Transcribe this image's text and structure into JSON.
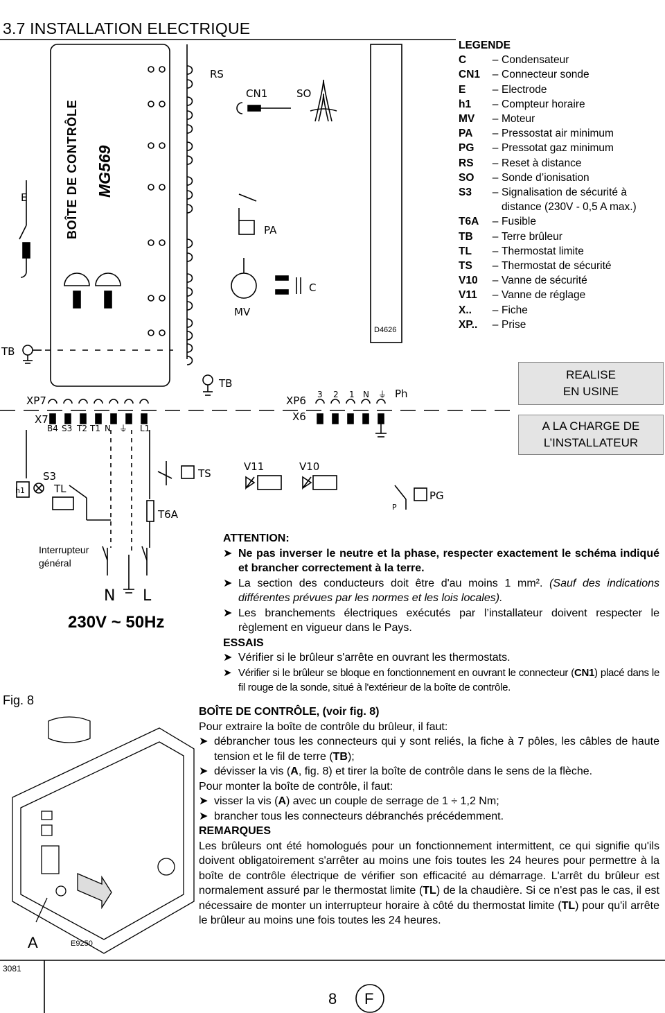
{
  "section_title": "3.7   INSTALLATION ELECTRIQUE",
  "diagram": {
    "control_box_title": "BOÎTE DE CONTRÔLE",
    "control_box_model": "MG569",
    "ref_code": "D4626",
    "fig_label": "Fig. 8",
    "switch_label": "Interrupteur général",
    "supply": "230V ~ 50Hz",
    "mains_terminals": [
      "N",
      "⏚",
      "L"
    ],
    "terminal_labels": [
      "B4",
      "S3",
      "T2",
      "T1",
      "N",
      "⏚",
      "L1"
    ],
    "component_labels": [
      "E",
      "TB",
      "XP7",
      "X7",
      "XP6",
      "X6",
      "RS",
      "CN1",
      "SO",
      "PA",
      "MV",
      "C",
      "TB",
      "S3",
      "TL",
      "h1",
      "TS",
      "T6A",
      "V11",
      "V10",
      "PG",
      "Ph",
      "P"
    ],
    "xp6_pins": [
      "3",
      "2",
      "1",
      "N",
      "⏚"
    ],
    "photo_label_a": "A",
    "photo_code": "E9250"
  },
  "legend": {
    "heading": "LEGENDE",
    "items": [
      {
        "code": "C",
        "desc": "Condensateur"
      },
      {
        "code": "CN1",
        "desc": "Connecteur sonde"
      },
      {
        "code": "E",
        "desc": "Electrode"
      },
      {
        "code": "h1",
        "desc": "Compteur horaire"
      },
      {
        "code": "MV",
        "desc": "Moteur"
      },
      {
        "code": "PA",
        "desc": "Pressostat air minimum"
      },
      {
        "code": "PG",
        "desc": "Pressotat gaz minimum"
      },
      {
        "code": "RS",
        "desc": "Reset à distance"
      },
      {
        "code": "SO",
        "desc": "Sonde d’ionisation"
      },
      {
        "code": "S3",
        "desc": "Signalisation de sécurité à"
      },
      {
        "code": "",
        "desc": "distance  (230V - 0,5 A max.)"
      },
      {
        "code": "T6A",
        "desc": "Fusible"
      },
      {
        "code": "TB",
        "desc": "Terre brûleur"
      },
      {
        "code": "TL",
        "desc": "Thermostat limite"
      },
      {
        "code": "TS",
        "desc": "Thermostat de sécurité"
      },
      {
        "code": "V10",
        "desc": "Vanne de sécurité"
      },
      {
        "code": "V11",
        "desc": "Vanne de réglage"
      },
      {
        "code": "X..",
        "desc": "Fiche"
      },
      {
        "code": "XP..",
        "desc": "Prise"
      }
    ]
  },
  "box_factory": [
    "REALISE",
    "EN  USINE"
  ],
  "box_installer": [
    "A LA CHARGE DE",
    "L’INSTALLATEUR"
  ],
  "attention": {
    "heading": "ATTENTION:",
    "item1": "Ne pas inverser le neutre et la phase, respecter exactement le schéma indiqué et brancher correctement à la terre.",
    "item2_a": "La section des conducteurs doit être d'au moins 1 mm². ",
    "item2_b": "(Sauf des indications différentes prévues par les normes et les lois locales).",
    "item3": "Les branchements électriques exécutés par l’installateur doivent respecter le règlement en vigueur dans le Pays."
  },
  "essais": {
    "heading": "ESSAIS",
    "item1": "Vérifier si le brûleur s'arrête en ouvrant les thermostats.",
    "item2_a": "Vérifier si le brûleur se bloque en fonctionnement en ouvrant le connecteur (",
    "item2_b": "CN1",
    "item2_c": ") placé dans le fil rouge de la sonde, situé à l'extérieur de la boîte de contrôle."
  },
  "boite": {
    "heading": "BOÎTE DE CONTRÔLE, (voir fig. 8)",
    "intro": "Pour extraire la boîte de contrôle du brûleur, il faut:",
    "step1_a": "débrancher tous les connecteurs qui y sont reliés, la fiche à 7 pôles, les câbles de haute tension et le fil de terre (",
    "step1_b": "TB",
    "step1_c": ");",
    "step2_a": "dévisser la vis (",
    "step2_b": "A",
    "step2_c": ", fig. 8) et tirer la boîte de contrôle dans le sens de la flèche.",
    "intro2": "Pour monter la boîte de contrôle, il faut:",
    "step3_a": "visser la vis (",
    "step3_b": "A",
    "step3_c": ") avec un couple de serrage de 1 ÷ 1,2 Nm;",
    "step4": "brancher tous les connecteurs débranchés précédemment."
  },
  "remarques": {
    "heading": "REMARQUES",
    "p1": "Les brûleurs ont été homologués pour un fonctionnement intermittent, ce qui signifie qu'ils doivent obligatoirement s'arrêter au moins une fois toutes les 24 heures pour permettre à la boîte de contrôle électrique de vérifier son efficacité au démarrage. L'arrêt du brûleur est normalement assuré par le thermostat limite (",
    "p1_b": "TL",
    "p1_c": ") de la chaudière. Si ce n'est pas le cas, il est nécessaire de monter un interrupteur horaire à côté du thermostat limite (",
    "p1_d": "TL",
    "p1_e": ") pour qu'il arrête le brûleur au moins une fois toutes les 24 heures."
  },
  "footer": {
    "doc_code": "3081",
    "page_number": "8",
    "language": "F"
  }
}
